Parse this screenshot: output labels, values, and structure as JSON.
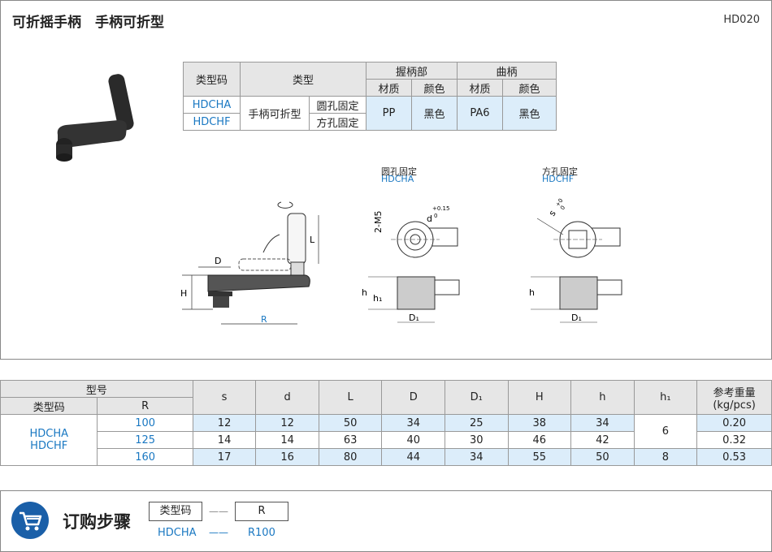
{
  "header": {
    "title": "可折摇手柄　手柄可折型",
    "code": "HD020"
  },
  "type_table": {
    "h_type_code": "类型码",
    "h_type": "类型",
    "h_grip": "握柄部",
    "h_crank": "曲柄",
    "h_material": "材质",
    "h_color": "颜色",
    "code_a": "HDCHA",
    "code_f": "HDCHF",
    "type_main": "手柄可折型",
    "type_a": "圆孔固定",
    "type_f": "方孔固定",
    "grip_material": "PP",
    "grip_color": "黑色",
    "crank_material": "PA6",
    "crank_color": "黑色"
  },
  "drawing": {
    "round_title": "圆孔固定",
    "round_code": "HDCHA",
    "square_title": "方孔固定",
    "square_code": "HDCHF",
    "dim_D": "D",
    "dim_H": "H",
    "dim_L": "L",
    "dim_R": "R",
    "dim_h": "h",
    "dim_h1": "h₁",
    "dim_D1": "D₁",
    "dim_m5": "2-M5",
    "dim_d": "d",
    "dim_d_tol_upper": "+0.15",
    "dim_d_tol_lower": "0",
    "dim_s": "s",
    "dim_s_tol_upper": "+0",
    "dim_s_tol_lower": "0"
  },
  "spec_table": {
    "h_model": "型号",
    "h_type_code": "类型码",
    "h_R": "R",
    "h_s": "s",
    "h_d": "d",
    "h_L": "L",
    "h_D": "D",
    "h_D1": "D₁",
    "h_H": "H",
    "h_h": "h",
    "h_h1": "h₁",
    "h_weight": "参考重量",
    "h_weight_unit": "(kg/pcs)",
    "code_a": "HDCHA",
    "code_f": "HDCHF",
    "h1_shared": "6",
    "rows": [
      {
        "R": "100",
        "s": "12",
        "d": "12",
        "L": "50",
        "D": "34",
        "D1": "25",
        "H": "38",
        "h": "34",
        "w": "0.20"
      },
      {
        "R": "125",
        "s": "14",
        "d": "14",
        "L": "63",
        "D": "40",
        "D1": "30",
        "H": "46",
        "h": "42",
        "w": "0.32"
      },
      {
        "R": "160",
        "s": "17",
        "d": "16",
        "L": "80",
        "D": "44",
        "D1": "34",
        "H": "55",
        "h": "50",
        "h1": "8",
        "w": "0.53"
      }
    ]
  },
  "order": {
    "title": "订购步骤",
    "box1": "类型码",
    "box2": "R",
    "ex1": "HDCHA",
    "ex2": "R100",
    "sep": "——"
  }
}
